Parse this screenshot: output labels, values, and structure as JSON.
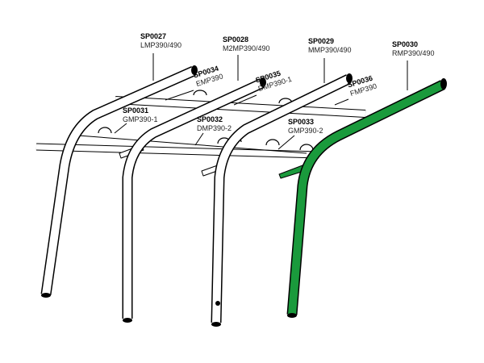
{
  "parts": [
    {
      "code": "SP0027",
      "name": "LMP390/490"
    },
    {
      "code": "SP0028",
      "name": "M2MP390/490"
    },
    {
      "code": "SP0029",
      "name": "MMP390/490"
    },
    {
      "code": "SP0030",
      "name": "RMP390/490",
      "highlighted": true
    },
    {
      "code": "SP0034",
      "name": "EMP390"
    },
    {
      "code": "SP0035",
      "name": "DMP390-1"
    },
    {
      "code": "SP0036",
      "name": "FMP390"
    },
    {
      "code": "SP0031",
      "name": "GMP390-1"
    },
    {
      "code": "SP0032",
      "name": "DMP390-2"
    },
    {
      "code": "SP0033",
      "name": "GMP390-2"
    }
  ],
  "colors": {
    "highlight": "#1a9a3c",
    "outline": "#000000",
    "tube": "#ffffff"
  }
}
